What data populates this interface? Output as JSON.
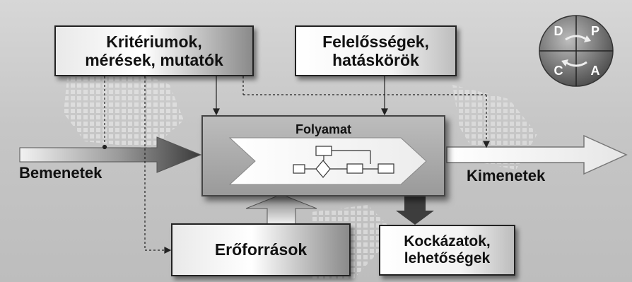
{
  "diagram": {
    "boxes": {
      "criteria": "Kritériumok,\nmérések, mutatók",
      "responsibilities": "Felelősségek,\nhatáskörök",
      "resources": "Erőforrások",
      "risks": "Kockázatok,\nlehetőségek"
    },
    "process": {
      "title": "Folyamat"
    },
    "labels": {
      "inputs": "Bemenetek",
      "outputs": "Kimenetek"
    },
    "pdca": {
      "d": "D",
      "p": "P",
      "c": "C",
      "a": "A"
    }
  }
}
